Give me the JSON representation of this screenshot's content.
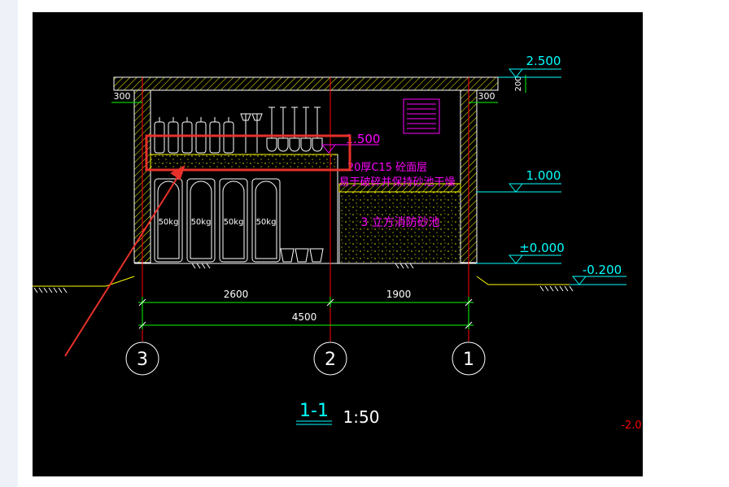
{
  "drawing": {
    "title": "1-1",
    "scale": "1:50",
    "elevations": {
      "roof_top": "2.500",
      "shelf": "1.500",
      "sand_top": "1.000",
      "floor": "±0.000",
      "ground": "-0.200",
      "offscreen": "-2.0"
    },
    "dims": {
      "roof_thickness": "200",
      "left_overhang": "300",
      "right_overhang": "300",
      "span_left": "2600",
      "span_right": "1900",
      "total": "4500"
    },
    "grid_axes": [
      "3",
      "2",
      "1"
    ],
    "notes": {
      "sand_cover_line1": "20厚C15 砼面层",
      "sand_cover_line2": "易于破碎并保持砂池干燥",
      "sand_pool": "3 立方消防砂池"
    },
    "cylinder_labels": [
      "50kg",
      "50kg",
      "50kg",
      "50kg"
    ]
  },
  "colors": {
    "background": "#000000",
    "wall_line": "#ffffff",
    "hatch": "#ffff00",
    "cyan": "#00ffff",
    "green": "#00ff00",
    "magenta": "#ff00ff",
    "red": "#ff0000",
    "annotation": "#e8302a"
  }
}
